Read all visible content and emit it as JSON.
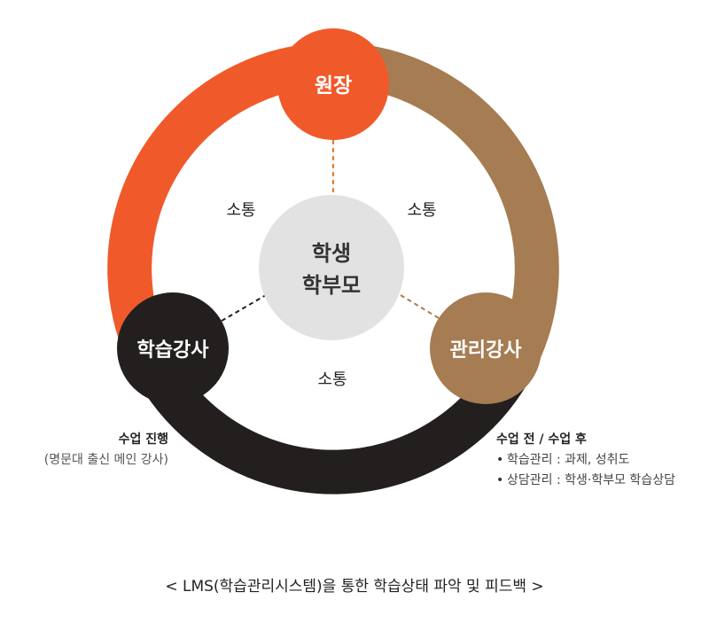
{
  "nodes": {
    "top": {
      "label": "원장",
      "color": "#F05A2A"
    },
    "left": {
      "label": "학습강사",
      "color": "#231F1F"
    },
    "right": {
      "label": "관리강사",
      "color": "#A67C52"
    },
    "center": {
      "line1": "학생",
      "line2": "학부모",
      "color": "#E2E2E2"
    }
  },
  "communication": {
    "left": "소통",
    "right": "소통",
    "bottom": "소통"
  },
  "notes": {
    "left": {
      "title": "수업 진행",
      "subtitle": "(명문대 출신 메인 강사)"
    },
    "right": {
      "title": "수업 전 / 수업 후",
      "items": [
        "학습관리 : 과제, 성취도",
        "상담관리 : 학생·학부모 학습상담"
      ]
    }
  },
  "caption": "< LMS(학습관리시스템)을 통한 학습상태 파악 및 피드백 >"
}
